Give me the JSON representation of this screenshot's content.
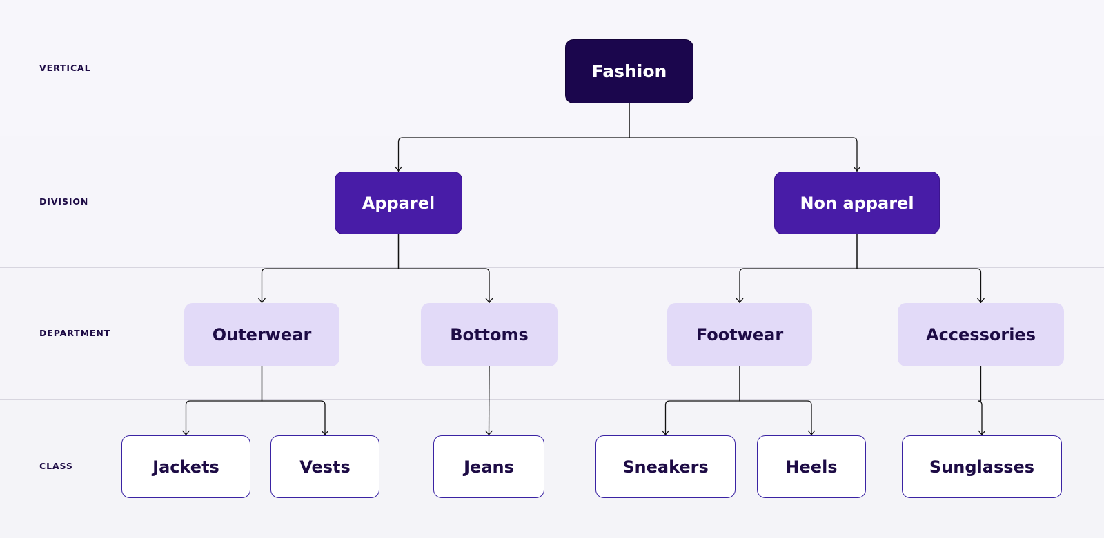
{
  "levels": [
    "VERTICAL",
    "DIVISION",
    "DEPARTMENT",
    "CLASS"
  ],
  "nodes": {
    "fashion": "Fashion",
    "apparel": "Apparel",
    "non_apparel": "Non apparel",
    "outerwear": "Outerwear",
    "bottoms": "Bottoms",
    "footwear": "Footwear",
    "accessories": "Accessories",
    "jackets": "Jackets",
    "vests": "Vests",
    "jeans": "Jeans",
    "sneakers": "Sneakers",
    "heels": "Heels",
    "sunglasses": "Sunglasses"
  },
  "edges": [
    [
      "fashion",
      "apparel"
    ],
    [
      "fashion",
      "non_apparel"
    ],
    [
      "apparel",
      "outerwear"
    ],
    [
      "apparel",
      "bottoms"
    ],
    [
      "non_apparel",
      "footwear"
    ],
    [
      "non_apparel",
      "accessories"
    ],
    [
      "outerwear",
      "jackets"
    ],
    [
      "outerwear",
      "vests"
    ],
    [
      "bottoms",
      "jeans"
    ],
    [
      "footwear",
      "sneakers"
    ],
    [
      "footwear",
      "heels"
    ],
    [
      "accessories",
      "sunglasses"
    ]
  ],
  "colors": {
    "vertical": "#1b064d",
    "division": "#481ca7",
    "department": "#e2daf8",
    "class_border": "#3a23a3",
    "connector": "#111111"
  }
}
